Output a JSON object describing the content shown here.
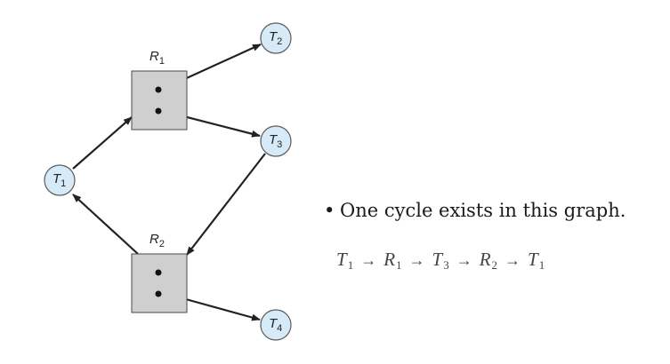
{
  "graph": {
    "threads": [
      {
        "id": "T1",
        "base": "T",
        "sub": "1"
      },
      {
        "id": "T2",
        "base": "T",
        "sub": "2"
      },
      {
        "id": "T3",
        "base": "T",
        "sub": "3"
      },
      {
        "id": "T4",
        "base": "T",
        "sub": "4"
      }
    ],
    "resources": [
      {
        "id": "R1",
        "base": "R",
        "sub": "1",
        "instances": 2
      },
      {
        "id": "R2",
        "base": "R",
        "sub": "2",
        "instances": 2
      }
    ],
    "edges": [
      {
        "from": "T1",
        "to": "R1",
        "kind": "request"
      },
      {
        "from": "R1",
        "to": "T2",
        "kind": "assignment"
      },
      {
        "from": "R1",
        "to": "T3",
        "kind": "assignment"
      },
      {
        "from": "T3",
        "to": "R2",
        "kind": "request"
      },
      {
        "from": "R2",
        "to": "T1",
        "kind": "assignment"
      },
      {
        "from": "R2",
        "to": "T4",
        "kind": "assignment"
      }
    ]
  },
  "notes": {
    "bullet": "One cycle exists in this graph.",
    "cycle": [
      {
        "base": "T",
        "sub": "1"
      },
      {
        "base": "R",
        "sub": "1"
      },
      {
        "base": "T",
        "sub": "3"
      },
      {
        "base": "R",
        "sub": "2"
      },
      {
        "base": "T",
        "sub": "1"
      }
    ],
    "arrow": "→"
  }
}
